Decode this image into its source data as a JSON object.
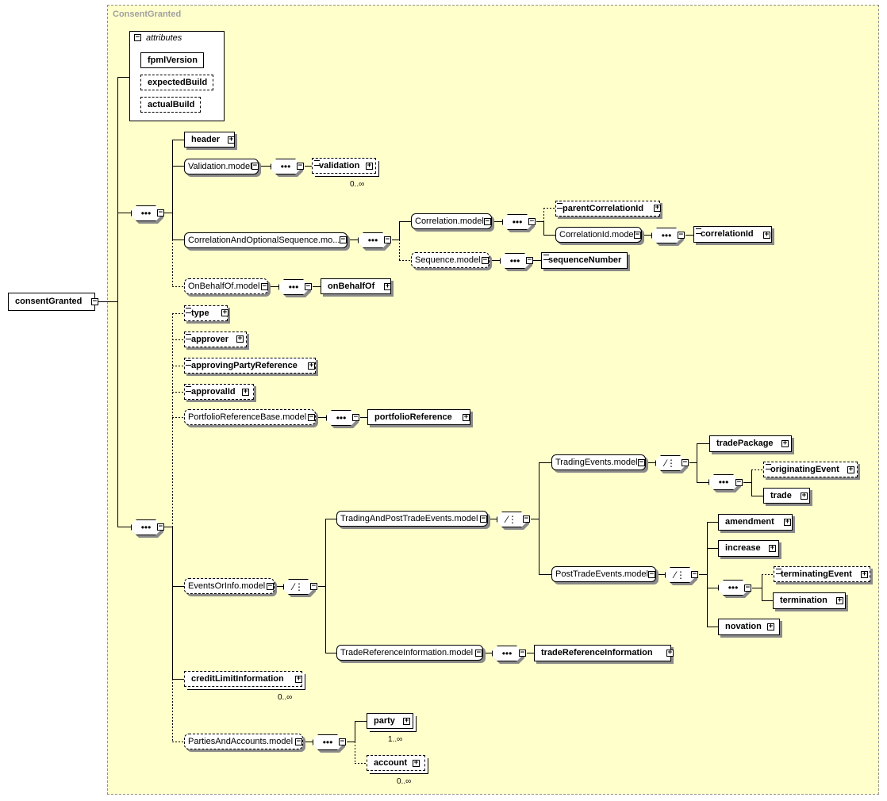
{
  "diagram": {
    "type_name": "ConsentGranted",
    "root": {
      "label": "consentGranted"
    },
    "attributes": {
      "group_label": "attributes",
      "items": [
        {
          "label": "fpmlVersion",
          "optional": false
        },
        {
          "label": "expectedBuild",
          "optional": true
        },
        {
          "label": "actualBuild",
          "optional": true
        }
      ]
    },
    "compositor_symbols": {
      "sequence": "•••",
      "choice": "⁄⋮"
    },
    "nodes": {
      "header": "header",
      "validation_model": "Validation.model",
      "validation": "validation",
      "validation_occurs": "0..∞",
      "correlation_and_optional_sequence_model": "CorrelationAndOptionalSequence.mo...",
      "correlation_model": "Correlation.model",
      "parent_correlation_id": "parentCorrelationId",
      "correlation_id_model": "CorrelationId.model",
      "correlation_id": "correlationId",
      "sequence_model": "Sequence.model",
      "sequence_number": "sequenceNumber",
      "on_behalf_of_model": "OnBehalfOf.model",
      "on_behalf_of": "onBehalfOf",
      "type": "type",
      "approver": "approver",
      "approving_party_reference": "approvingPartyReference",
      "approval_id": "approvalId",
      "portfolio_reference_base_model": "PortfolioReferenceBase.model",
      "portfolio_reference": "portfolioReference",
      "events_or_info_model": "EventsOrInfo.model",
      "trading_and_post_trade_events_model": "TradingAndPostTradeEvents.model",
      "trading_events_model": "TradingEvents.model",
      "trade_package": "tradePackage",
      "originating_event": "originatingEvent",
      "trade": "trade",
      "post_trade_events_model": "PostTradeEvents.model",
      "amendment": "amendment",
      "increase": "increase",
      "terminating_event": "terminatingEvent",
      "termination": "termination",
      "novation": "novation",
      "trade_reference_information_model": "TradeReferenceInformation.model",
      "trade_reference_information": "tradeReferenceInformation",
      "credit_limit_information": "creditLimitInformation",
      "credit_limit_information_occurs": "0..∞",
      "parties_and_accounts_model": "PartiesAndAccounts.model",
      "party": "party",
      "party_occurs": "1..∞",
      "account": "account",
      "account_occurs": "0..∞"
    }
  }
}
